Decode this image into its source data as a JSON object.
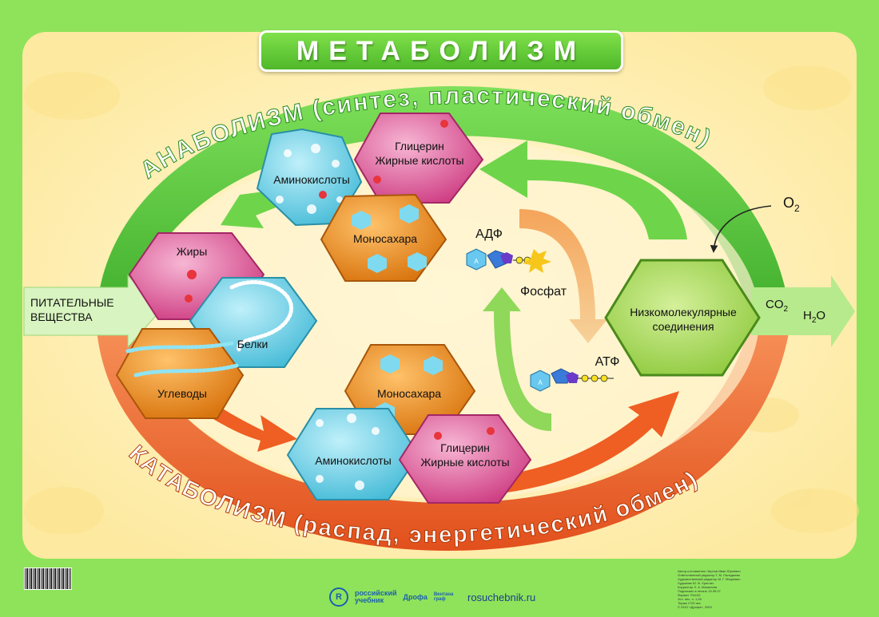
{
  "title": "МЕТАБОЛИЗМ",
  "anabolism_label": "АНАБОЛИЗМ (синтез, пластический обмен)",
  "catabolism_label": "КАТАБОЛИЗМ (распад, энергетический обмен)",
  "input_label": [
    "ПИТАТЕЛЬНЫЕ",
    "ВЕЩЕСТВА"
  ],
  "nutrients": {
    "fats": "Жиры",
    "proteins": "Белки",
    "carbs": "Углеводы"
  },
  "anabolic_products": {
    "amino": "Аминокислоты",
    "glycerin": [
      "Глицерин",
      "Жирные кислоты"
    ],
    "mono": "Моносахара"
  },
  "catabolic_products": {
    "mono": "Моносахара",
    "amino": "Аминокислоты",
    "glycerin": [
      "Глицерин",
      "Жирные кислоты"
    ]
  },
  "low_molecular": [
    "Низкомолекулярные",
    "соединения"
  ],
  "energy": {
    "adp": "АДФ",
    "atp": "АТФ",
    "phosphate": "Фосфат",
    "adenine_letter": "А"
  },
  "gases": {
    "o2": "O",
    "o2_sub": "2",
    "co2": "CO",
    "co2_sub": "2",
    "h2o_h": "H",
    "h2o_sub": "2",
    "h2o_o": "O"
  },
  "footer": {
    "site": "rosuchebnik.ru",
    "publisher_line1": "российский",
    "publisher_line2": "учебник",
    "drofa": "Дрофа",
    "ventana": "Вентана граф",
    "logo_letter": "R",
    "credits": [
      "Автор-составитель Чернов Иван Юрьевич",
      "Ответственный редактор Г. М. Пальдяева",
      "Художественный редактор М. Г. Мицкевич",
      "Художник Ю. В. Христич",
      "Корректор Л. А. Малинина",
      "Подписано в печать 15.05.07",
      "Формат 70x100",
      "Усл. печ. л. 1,28",
      "Тираж 1700 экз.",
      "© ООО «Дрофа», 2003"
    ]
  },
  "colors": {
    "background": "#8ee35a",
    "panel": "#fff7c2",
    "anabolism": "#5ccb45",
    "catabolism": "#f06a2a",
    "hex_blue": "#6fd4e8",
    "hex_pink": "#e0609e",
    "hex_orange": "#e8891e",
    "hex_green": "#a8dc58"
  }
}
